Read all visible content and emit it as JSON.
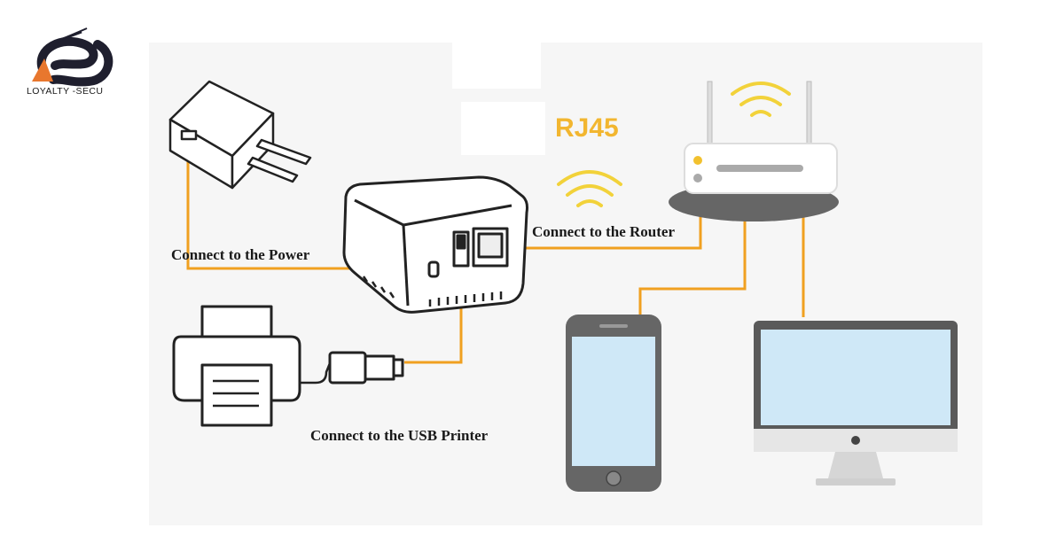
{
  "brand": {
    "name": "LOYALTY -SECU"
  },
  "labels": {
    "rj45": "RJ45",
    "power": "Connect to  the Power",
    "router": "Connect to the Router",
    "printer": "Connect to the USB Printer"
  },
  "colors": {
    "wire": "#f0a020",
    "wifi": "#f2d23a",
    "rj45": "#f2b630",
    "outline": "#222222",
    "screen": "#cfe8f7",
    "device_gray": "#777777",
    "brand_dark": "#1f1f2e",
    "brand_orange": "#e8772e"
  }
}
